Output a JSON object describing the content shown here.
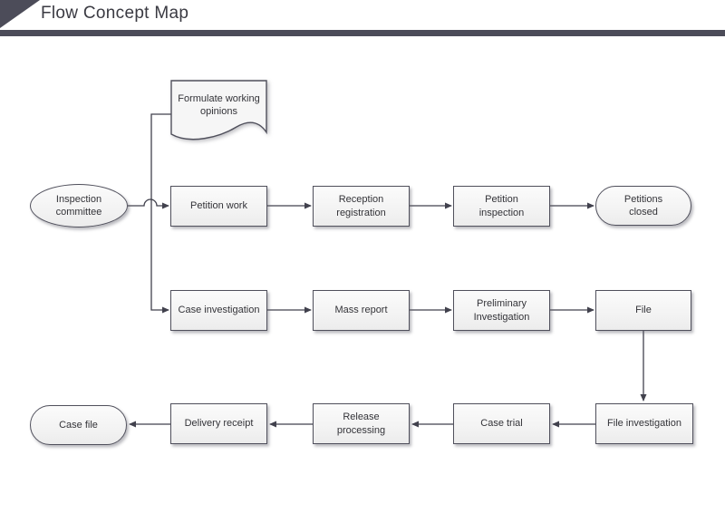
{
  "header": {
    "title": "Flow Concept Map"
  },
  "colors": {
    "accent_bar": "#4c4c59",
    "node_border": "#50505c",
    "node_fill_top": "#fbfbfb",
    "node_fill_bottom": "#ececec",
    "connector": "#41414d",
    "text": "#333338"
  },
  "diagram": {
    "nodes": [
      {
        "id": "inspection-committee",
        "label": "Inspection committee",
        "shape": "ellipse"
      },
      {
        "id": "formulate-working-opinions",
        "label": "Formulate working opinions",
        "shape": "document"
      },
      {
        "id": "petition-work",
        "label": "Petition work",
        "shape": "rect"
      },
      {
        "id": "reception-registration",
        "label": "Reception registration",
        "shape": "rect"
      },
      {
        "id": "petition-inspection",
        "label": "Petition inspection",
        "shape": "rect"
      },
      {
        "id": "petitions-closed",
        "label": "Petitions closed",
        "shape": "terminator"
      },
      {
        "id": "case-investigation",
        "label": "Case investigation",
        "shape": "rect"
      },
      {
        "id": "mass-report",
        "label": "Mass report",
        "shape": "rect"
      },
      {
        "id": "preliminary-investigation",
        "label": "Preliminary Investigation",
        "shape": "rect"
      },
      {
        "id": "file",
        "label": "File",
        "shape": "rect"
      },
      {
        "id": "file-investigation",
        "label": "File investigation",
        "shape": "rect"
      },
      {
        "id": "case-trial",
        "label": "Case trial",
        "shape": "rect"
      },
      {
        "id": "release-processing",
        "label": "Release processing",
        "shape": "rect"
      },
      {
        "id": "delivery-receipt",
        "label": "Delivery receipt",
        "shape": "rect"
      },
      {
        "id": "case-file",
        "label": "Case file",
        "shape": "terminator"
      }
    ],
    "edges": [
      {
        "from": "inspection-committee",
        "to": "petition-work"
      },
      {
        "from": "formulate-working-opinions",
        "to": "case-investigation"
      },
      {
        "from": "petition-work",
        "to": "reception-registration"
      },
      {
        "from": "reception-registration",
        "to": "petition-inspection"
      },
      {
        "from": "petition-inspection",
        "to": "petitions-closed"
      },
      {
        "from": "case-investigation",
        "to": "mass-report"
      },
      {
        "from": "mass-report",
        "to": "preliminary-investigation"
      },
      {
        "from": "preliminary-investigation",
        "to": "file"
      },
      {
        "from": "file",
        "to": "file-investigation"
      },
      {
        "from": "file-investigation",
        "to": "case-trial"
      },
      {
        "from": "case-trial",
        "to": "release-processing"
      },
      {
        "from": "release-processing",
        "to": "delivery-receipt"
      },
      {
        "from": "delivery-receipt",
        "to": "case-file"
      }
    ]
  }
}
